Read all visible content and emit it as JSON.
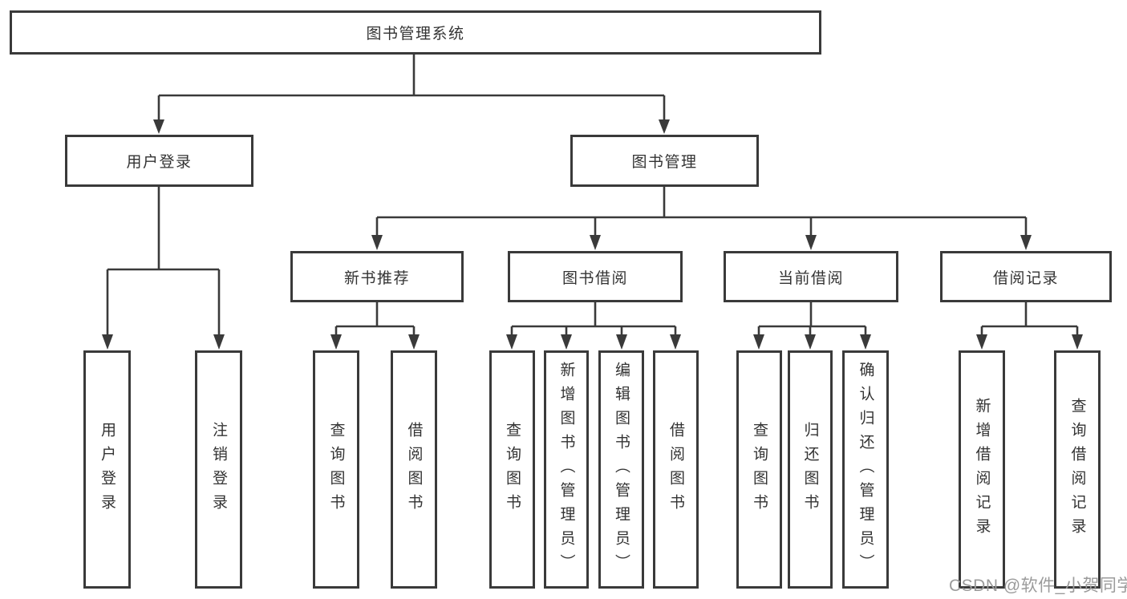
{
  "tree": {
    "root": {
      "label": "图书管理系统",
      "children": [
        {
          "label": "用户登录",
          "children": [
            {
              "label": "用户登录"
            },
            {
              "label": "注销登录"
            }
          ]
        },
        {
          "label": "图书管理",
          "children": [
            {
              "label": "新书推荐",
              "children": [
                {
                  "label": "查询图书"
                },
                {
                  "label": "借阅图书"
                }
              ]
            },
            {
              "label": "图书借阅",
              "children": [
                {
                  "label": "查询图书"
                },
                {
                  "label": "新增图书（管理员）"
                },
                {
                  "label": "编辑图书（管理员）"
                },
                {
                  "label": "借阅图书"
                }
              ]
            },
            {
              "label": "当前借阅",
              "children": [
                {
                  "label": "查询图书"
                },
                {
                  "label": "归还图书"
                },
                {
                  "label": "确认归还（管理员）"
                }
              ]
            },
            {
              "label": "借阅记录",
              "children": [
                {
                  "label": "新增借阅记录"
                },
                {
                  "label": "查询借阅记录"
                }
              ]
            }
          ]
        }
      ]
    }
  },
  "watermark": {
    "text": "CSDN @软件_小贺同学"
  },
  "colors": {
    "line": "#3a3a3a",
    "box_border": "#3a3a3a",
    "box_background": "#ffffff",
    "text": "#333333",
    "page_background": "#ffffff",
    "watermark": "#9b9b9b"
  }
}
